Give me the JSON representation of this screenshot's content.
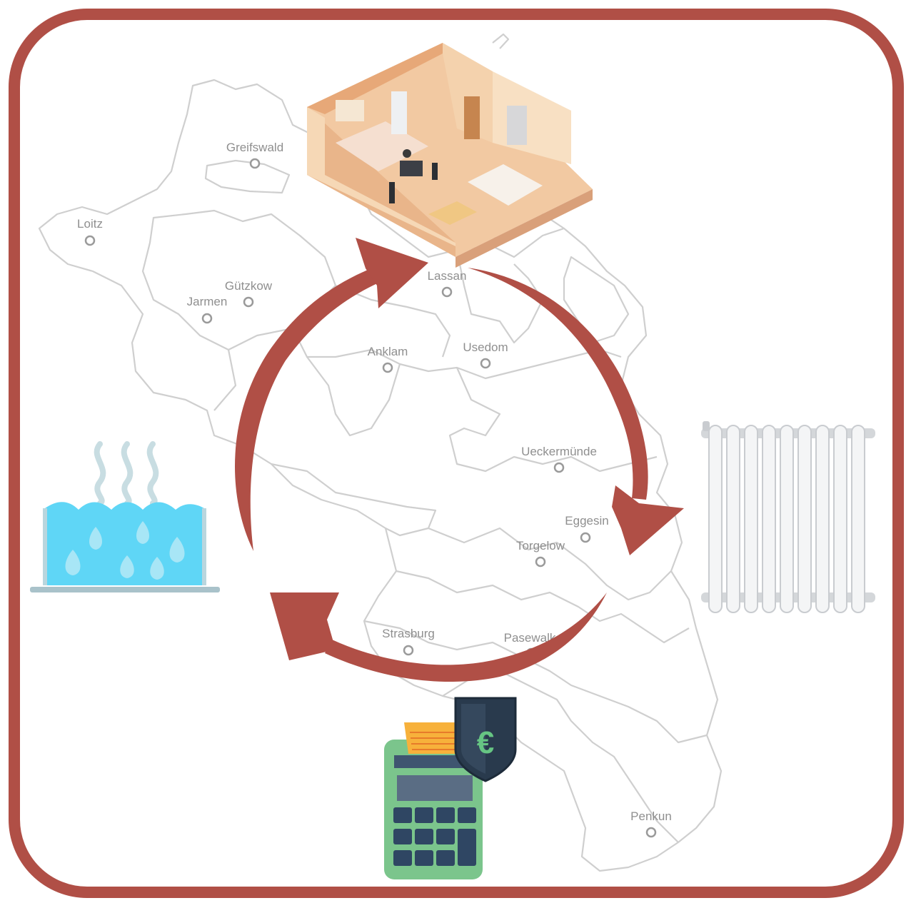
{
  "map": {
    "towns": [
      {
        "name": "Greifswald"
      },
      {
        "name": "Loitz"
      },
      {
        "name": "Gützkow"
      },
      {
        "name": "Jarmen"
      },
      {
        "name": "Lassan"
      },
      {
        "name": "Anklam"
      },
      {
        "name": "Usedom"
      },
      {
        "name": "Ueckermünde"
      },
      {
        "name": "Eggesin"
      },
      {
        "name": "Torgelow"
      },
      {
        "name": "Strasburg"
      },
      {
        "name": "Pasewalk"
      },
      {
        "name": "Penkun"
      }
    ]
  },
  "cycle": {
    "items": [
      {
        "icon": "apartment-icon"
      },
      {
        "icon": "radiator-icon"
      },
      {
        "icon": "calculator-euro-icon"
      },
      {
        "icon": "hot-water-icon"
      }
    ],
    "currency_symbol": "€",
    "accent": "#b04f46"
  }
}
